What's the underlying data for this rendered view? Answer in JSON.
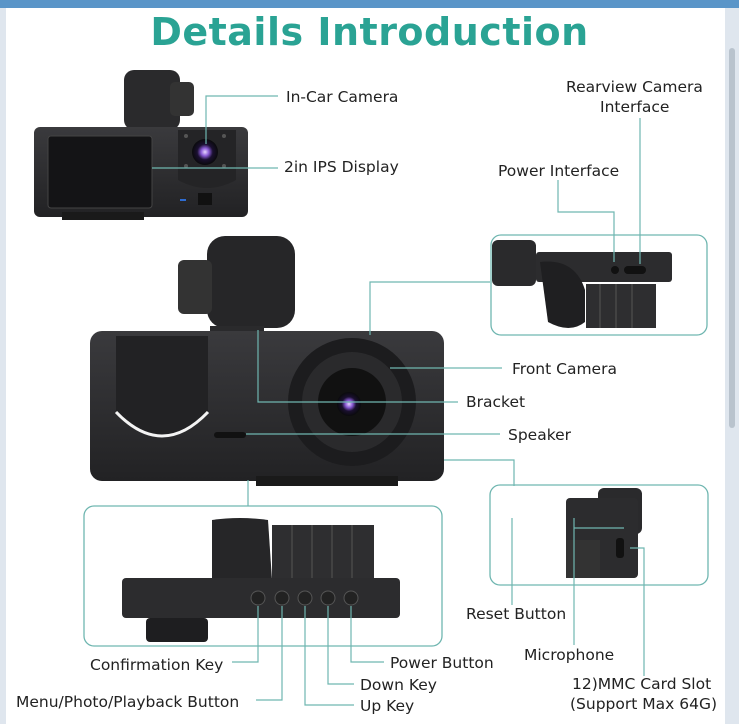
{
  "title": "Details Introduction",
  "colors": {
    "accent": "#2aa394",
    "line": "#6fb6b0",
    "device": "#2b2b2d",
    "lens_glow": "#8a5bd6"
  },
  "labels": {
    "in_car_camera": "In-Car Camera",
    "ips_display": "2in IPS Display",
    "rearview_line1": "Rearview Camera",
    "rearview_line2": "Interface",
    "power_interface": "Power Interface",
    "front_camera": "Front Camera",
    "bracket": "Bracket",
    "speaker": "Speaker",
    "reset_button": "Reset Button",
    "microphone": "Microphone",
    "card_slot_line1": "12)MMC Card Slot",
    "card_slot_line2": "(Support Max 64G)",
    "confirmation_key": "Confirmation Key",
    "power_button": "Power Button",
    "down_key": "Down Key",
    "menu_button": "Menu/Photo/Playback Button",
    "up_key": "Up Key"
  }
}
